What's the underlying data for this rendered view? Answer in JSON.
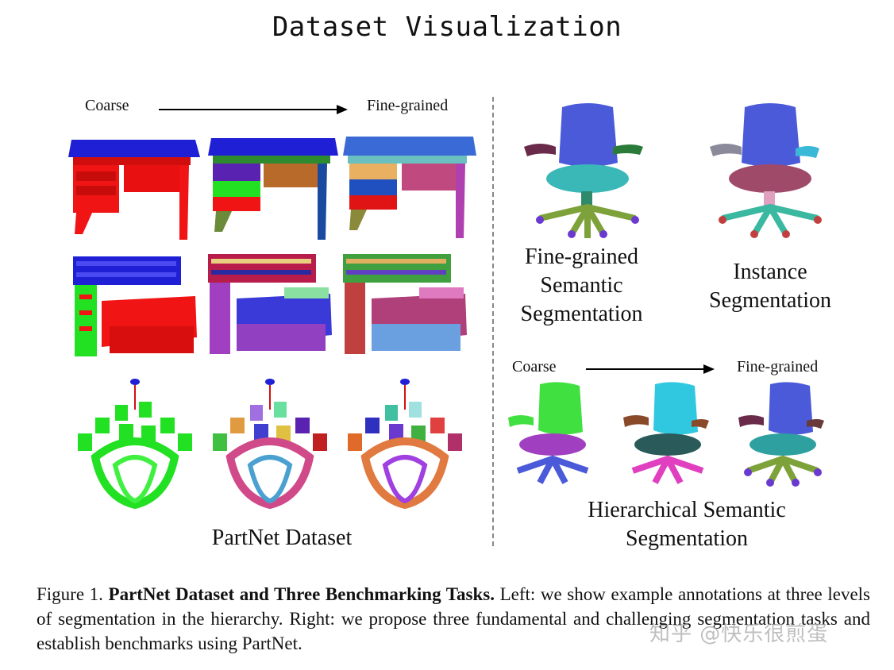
{
  "title": "Dataset Visualization",
  "left": {
    "coarse_label": "Coarse",
    "fine_label": "Fine-grained",
    "dataset_label": "PartNet Dataset"
  },
  "right": {
    "fine_semantic_label": "Fine-grained\nSemantic\nSegmentation",
    "instance_label": "Instance\nSegmentation",
    "coarse_label": "Coarse",
    "fine_label": "Fine-grained",
    "hierarchical_label": "Hierarchical Semantic\nSegmentation"
  },
  "caption": {
    "prefix": "Figure 1.",
    "title": "PartNet Dataset and Three Benchmarking Tasks.",
    "body": "Left: we show example annotations at three levels of segmentation in the hierarchy. Right: we propose three fundamental and challenging segmentation tasks and establish benchmarks using PartNet."
  },
  "watermark": "知乎 @快乐很煎蛋",
  "colors": {
    "blue": "#1f1fd6",
    "red": "#f01414",
    "green": "#22e022",
    "purple": "#5a22b0",
    "teal": "#3bb8b8",
    "pink": "#b84a7a",
    "olive": "#7ea23a",
    "orange": "#e08a2a"
  }
}
